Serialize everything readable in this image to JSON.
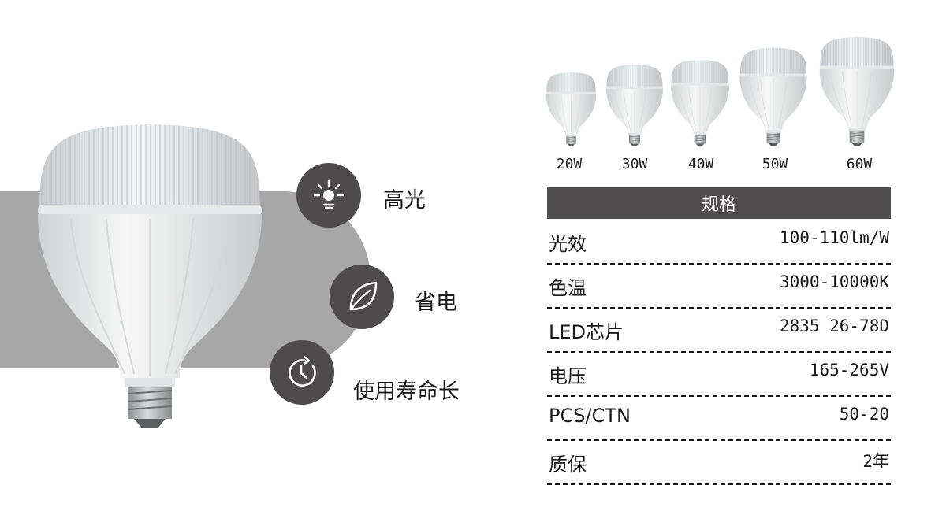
{
  "features": [
    {
      "icon": "sun-icon",
      "label": "高光"
    },
    {
      "icon": "leaf-icon",
      "label": "省电"
    },
    {
      "icon": "clock-icon",
      "label": "使用寿命长"
    }
  ],
  "variants": [
    {
      "label": "20W"
    },
    {
      "label": "30W"
    },
    {
      "label": "40W"
    },
    {
      "label": "50W"
    },
    {
      "label": "60W"
    }
  ],
  "specs": {
    "title": "规格",
    "rows": [
      {
        "label": "光效",
        "value": "100-110lm/W"
      },
      {
        "label": "色温",
        "value": "3000-10000K"
      },
      {
        "label": "LED芯片",
        "value": "2835 26-78D"
      },
      {
        "label": "电压",
        "value": "165-265V"
      },
      {
        "label": "PCS/CTN",
        "value": "50-20"
      },
      {
        "label": "质保",
        "value": "2年"
      }
    ]
  },
  "colors": {
    "dark": "#4d4b4b",
    "backdrop": "#a7a7a7"
  }
}
